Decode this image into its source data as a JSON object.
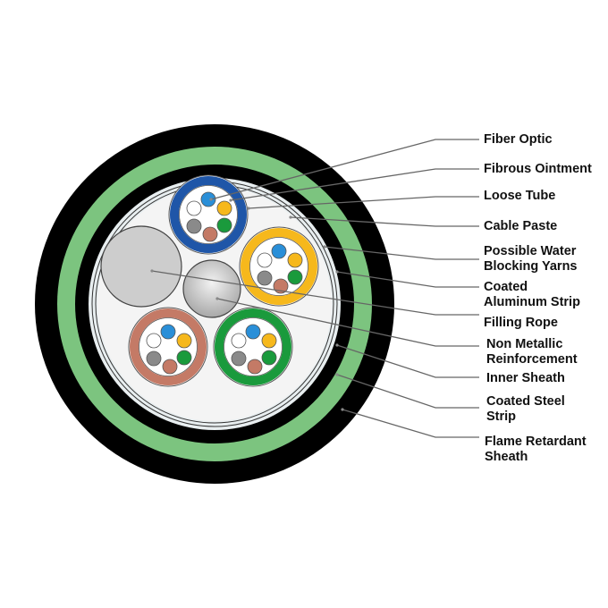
{
  "colors": {
    "outer_sheath": "#000000",
    "steel_strip": "#7cc47f",
    "inner_core": "#f4f4f4",
    "tube_blue": "#1f56a8",
    "tube_yellow": "#f6b81c",
    "tube_brown": "#c47a66",
    "tube_green": "#1a9a3c",
    "leader": "#666666"
  },
  "fiber_colors": [
    "#2a8fd8",
    "#ffffff",
    "#f6b81c",
    "#8a8a8a",
    "#1a9a3c",
    "#c47a66"
  ],
  "labels": [
    {
      "lines": [
        "Fiber Optic"
      ]
    },
    {
      "lines": [
        "Fibrous Ointment"
      ]
    },
    {
      "lines": [
        "Loose Tube"
      ]
    },
    {
      "lines": [
        "Cable Paste"
      ]
    },
    {
      "lines": [
        "Possible Water",
        "Blocking Yarns"
      ]
    },
    {
      "lines": [
        "Coated",
        "Aluminum Strip"
      ]
    },
    {
      "lines": [
        "Filling Rope"
      ]
    },
    {
      "lines": [
        "Non Metallic",
        "Reinforcement"
      ]
    },
    {
      "lines": [
        "Inner Sheath"
      ]
    },
    {
      "lines": [
        "Coated Steel",
        "Strip"
      ]
    },
    {
      "lines": [
        "Flame Retardant",
        "Sheath"
      ]
    }
  ]
}
